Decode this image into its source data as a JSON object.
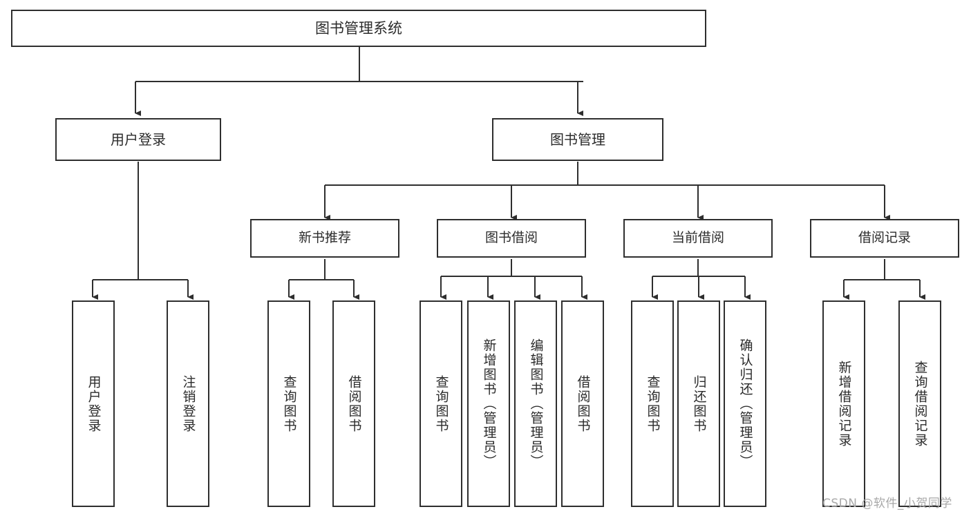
{
  "diagram": {
    "title": "图书管理系统",
    "watermark": "CSDN @软件_小贺同学",
    "stroke_color": "#2e2e2e",
    "text_color": "#2b2b2b",
    "background_color": "#ffffff",
    "nodes": {
      "root": {
        "label": "图书管理系统"
      },
      "level2": [
        {
          "label": "用户登录"
        },
        {
          "label": "图书管理"
        }
      ],
      "level3": [
        {
          "label": "新书推荐"
        },
        {
          "label": "图书借阅"
        },
        {
          "label": "当前借阅"
        },
        {
          "label": "借阅记录"
        }
      ],
      "leaves": {
        "user_login": [
          {
            "label": "用户登录"
          },
          {
            "label": "注销登录"
          }
        ],
        "new_book_recommend": [
          {
            "label": "查询图书"
          },
          {
            "label": "借阅图书"
          }
        ],
        "book_borrow": [
          {
            "label": "查询图书"
          },
          {
            "label": "新增图书（管理员）"
          },
          {
            "label": "编辑图书（管理员）"
          },
          {
            "label": "借阅图书"
          }
        ],
        "current_borrow": [
          {
            "label": "查询图书"
          },
          {
            "label": "归还图书"
          },
          {
            "label": "确认归还（管理员）"
          }
        ],
        "borrow_record": [
          {
            "label": "新增借阅记录"
          },
          {
            "label": "查询借阅记录"
          }
        ]
      }
    }
  }
}
